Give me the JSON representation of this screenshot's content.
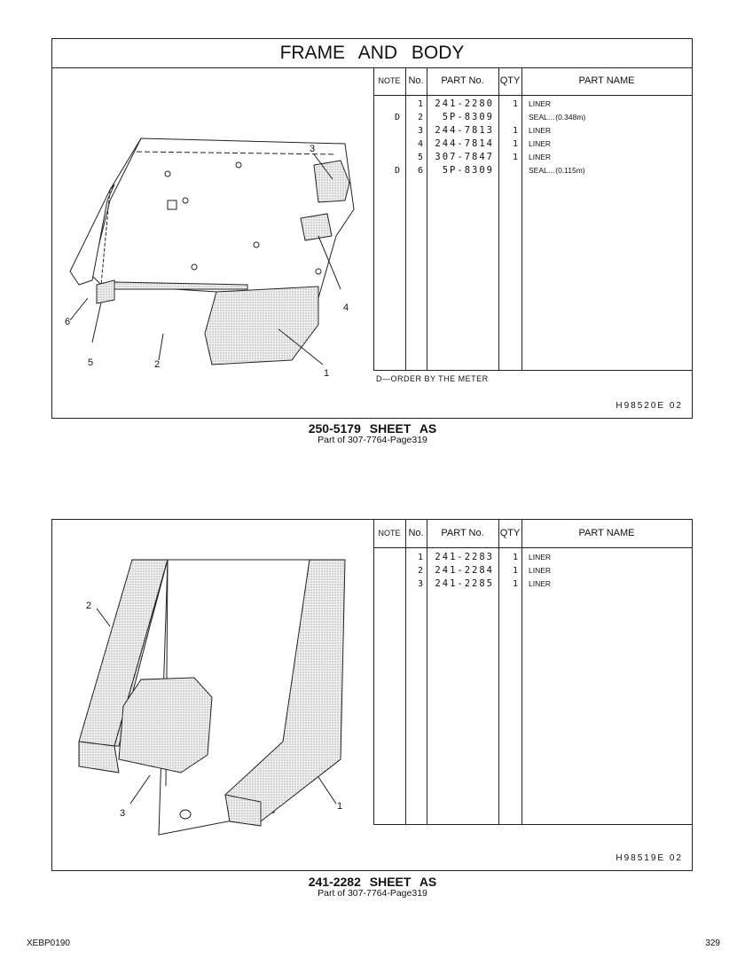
{
  "section1": {
    "title": "FRAME AND BODY",
    "headers": {
      "note": "NOTE",
      "no": "No.",
      "part_no": "PART No.",
      "qty": "QTY",
      "part_name": "PART NAME"
    },
    "rows": [
      {
        "note": "",
        "no": "1",
        "part_no": "241-2280",
        "qty": "1",
        "name": "LINER"
      },
      {
        "note": "D",
        "no": "2",
        "part_no": "5P-8309",
        "qty": "",
        "name": "SEAL…(0.348m)"
      },
      {
        "note": "",
        "no": "3",
        "part_no": "244-7813",
        "qty": "1",
        "name": "LINER"
      },
      {
        "note": "",
        "no": "4",
        "part_no": "244-7814",
        "qty": "1",
        "name": "LINER"
      },
      {
        "note": "",
        "no": "5",
        "part_no": "307-7847",
        "qty": "1",
        "name": "LINER"
      },
      {
        "note": "D",
        "no": "6",
        "part_no": "5P-8309",
        "qty": "",
        "name": "SEAL…(0.115m)"
      }
    ],
    "footnote": "D—ORDER BY THE METER",
    "illustration_code": "H98520E   02",
    "callouts": [
      "1",
      "2",
      "3",
      "4",
      "5",
      "6"
    ],
    "caption": "250-5179  SHEET AS",
    "subcaption": "Part of 307-7764-Page319"
  },
  "section2": {
    "headers": {
      "note": "NOTE",
      "no": "No.",
      "part_no": "PART No.",
      "qty": "QTY",
      "part_name": "PART NAME"
    },
    "rows": [
      {
        "note": "",
        "no": "1",
        "part_no": "241-2283",
        "qty": "1",
        "name": "LINER"
      },
      {
        "note": "",
        "no": "2",
        "part_no": "241-2284",
        "qty": "1",
        "name": "LINER"
      },
      {
        "note": "",
        "no": "3",
        "part_no": "241-2285",
        "qty": "1",
        "name": "LINER"
      }
    ],
    "illustration_code": "H98519E   02",
    "callouts": [
      "1",
      "2",
      "3"
    ],
    "caption": "241-2282  SHEET AS",
    "subcaption": "Part of 307-7764-Page319"
  },
  "footer": {
    "doc_id": "XEBP0190",
    "page": "329"
  }
}
